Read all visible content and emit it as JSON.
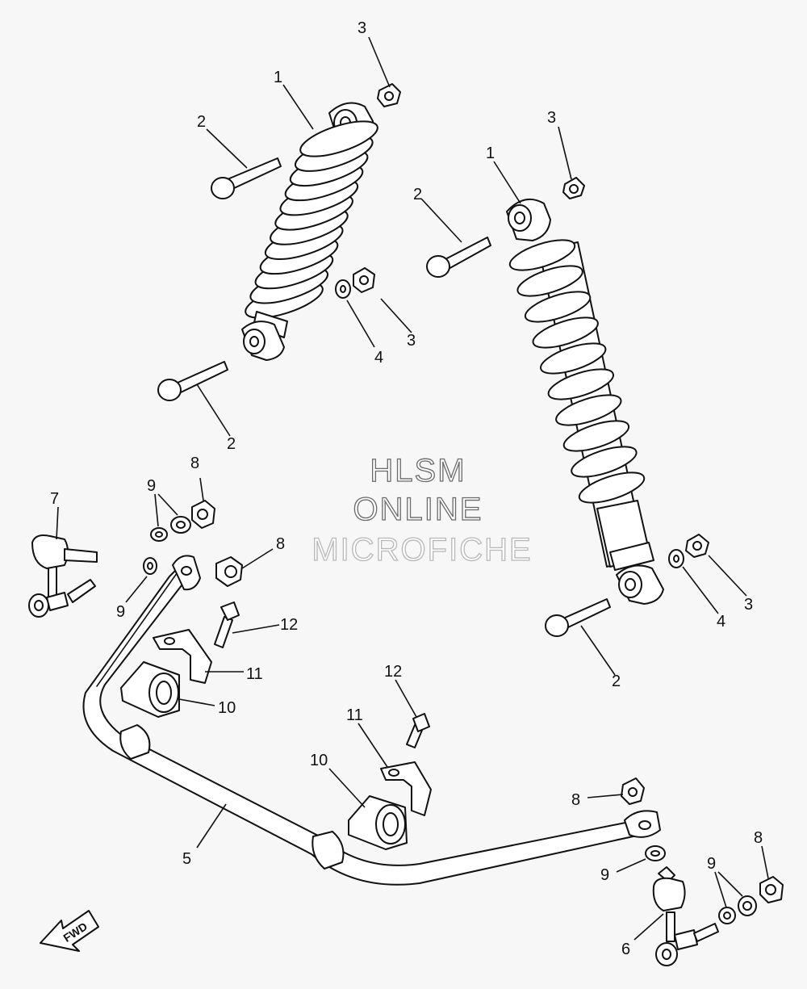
{
  "watermark": {
    "line1": "HLSM",
    "line2": "ONLINE",
    "line3": "MICROFICHE"
  },
  "fwd_label": "FWD",
  "callouts": [
    {
      "n": "3"
    },
    {
      "n": "1"
    },
    {
      "n": "2"
    },
    {
      "n": "3"
    },
    {
      "n": "4"
    },
    {
      "n": "2"
    },
    {
      "n": "1"
    },
    {
      "n": "3"
    },
    {
      "n": "2"
    },
    {
      "n": "3"
    },
    {
      "n": "4"
    },
    {
      "n": "2"
    },
    {
      "n": "8"
    },
    {
      "n": "9"
    },
    {
      "n": "7"
    },
    {
      "n": "8"
    },
    {
      "n": "9"
    },
    {
      "n": "12"
    },
    {
      "n": "11"
    },
    {
      "n": "10"
    },
    {
      "n": "12"
    },
    {
      "n": "11"
    },
    {
      "n": "10"
    },
    {
      "n": "5"
    },
    {
      "n": "8"
    },
    {
      "n": "9"
    },
    {
      "n": "6"
    },
    {
      "n": "9"
    },
    {
      "n": "8"
    }
  ]
}
